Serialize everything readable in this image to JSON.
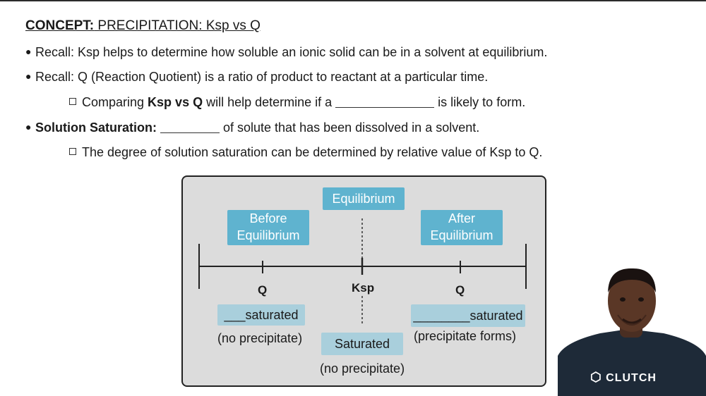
{
  "header": {
    "title_bold": "CONCEPT:",
    "title_rest": " PRECIPITATION: Ksp vs Q"
  },
  "bullets": {
    "b1": "Recall: Ksp helps to determine how soluble an ionic solid can be in a solvent at equilibrium.",
    "b2": "Recall: Q (Reaction Quotient) is a ratio of product to reactant at a particular time.",
    "sub1_pre": "Comparing ",
    "sub1_bold": "Ksp vs Q",
    "sub1_mid": " will help determine if a ",
    "sub1_post": " is likely to form.",
    "b3_bold": "Solution Saturation:",
    "b3_post": " of solute that has been dissolved in a solvent.",
    "sub2": "The degree of solution saturation can be determined by relative value of Ksp to Q."
  },
  "diagram": {
    "equilibrium": "Equilibrium",
    "before_line1": "Before",
    "before_line2": "Equilibrium",
    "after_line1": "After",
    "after_line2": "Equilibrium",
    "q_left": "Q",
    "ksp": "Ksp",
    "q_right": "Q",
    "left_blank": "___",
    "left_label": "saturated",
    "left_note": "(no precipitate)",
    "center_label": "Saturated",
    "center_note": "(no precipitate)",
    "right_blank": "________",
    "right_label": "saturated",
    "right_note": "(precipitate forms)"
  },
  "branding": {
    "logo_text": "CLUTCH"
  },
  "colors": {
    "box_dark": "#5fb3cf",
    "box_light": "#a9cfdc",
    "panel": "#dcdcdc",
    "shirt": "#1e2a38"
  }
}
